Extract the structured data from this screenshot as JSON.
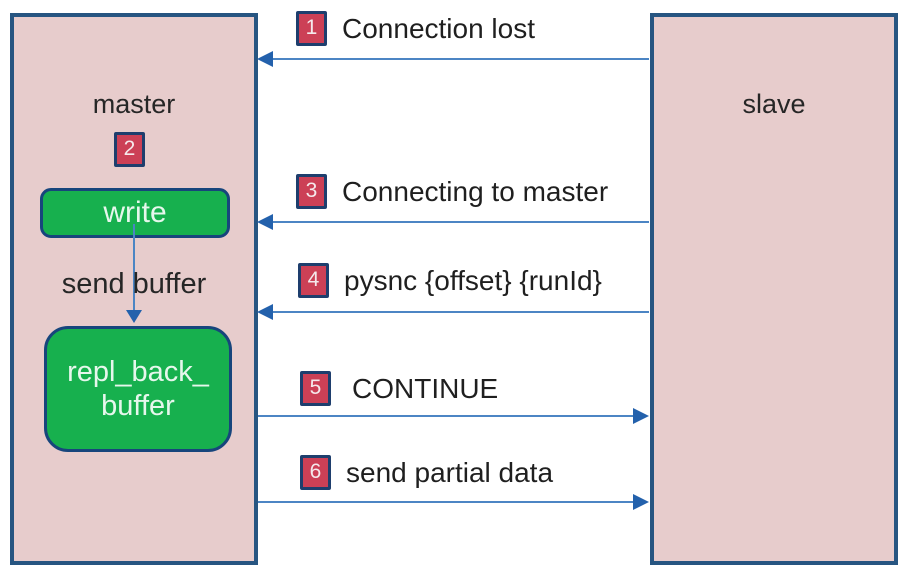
{
  "nodes": {
    "master": {
      "label": "master",
      "badge": "2"
    },
    "slave": {
      "label": "slave"
    },
    "write": {
      "label": "write"
    },
    "send_buffer": {
      "label": "send buffer"
    },
    "repl_back_buffer": {
      "line1": "repl_back_",
      "line2": "buffer"
    }
  },
  "messages": [
    {
      "num": "1",
      "label": "Connection lost",
      "direction": "to-master"
    },
    {
      "num": "3",
      "label": "Connecting to master",
      "direction": "to-master"
    },
    {
      "num": "4",
      "label": "pysnc {offset} {runId}",
      "direction": "to-master"
    },
    {
      "num": "5",
      "label": "CONTINUE",
      "direction": "to-slave"
    },
    {
      "num": "6",
      "label": "send partial data",
      "direction": "to-slave"
    }
  ],
  "colors": {
    "node_fill": "#e7cccc",
    "node_border": "#275581",
    "green_fill": "#17b04e",
    "green_border": "#17457c",
    "badge_fill": "#cc4056",
    "badge_border": "#1e3e6d",
    "arrow_line": "#4c85c4",
    "arrow_head": "#2361ac",
    "text": "#1f1f1f",
    "background": "#ffffff"
  }
}
